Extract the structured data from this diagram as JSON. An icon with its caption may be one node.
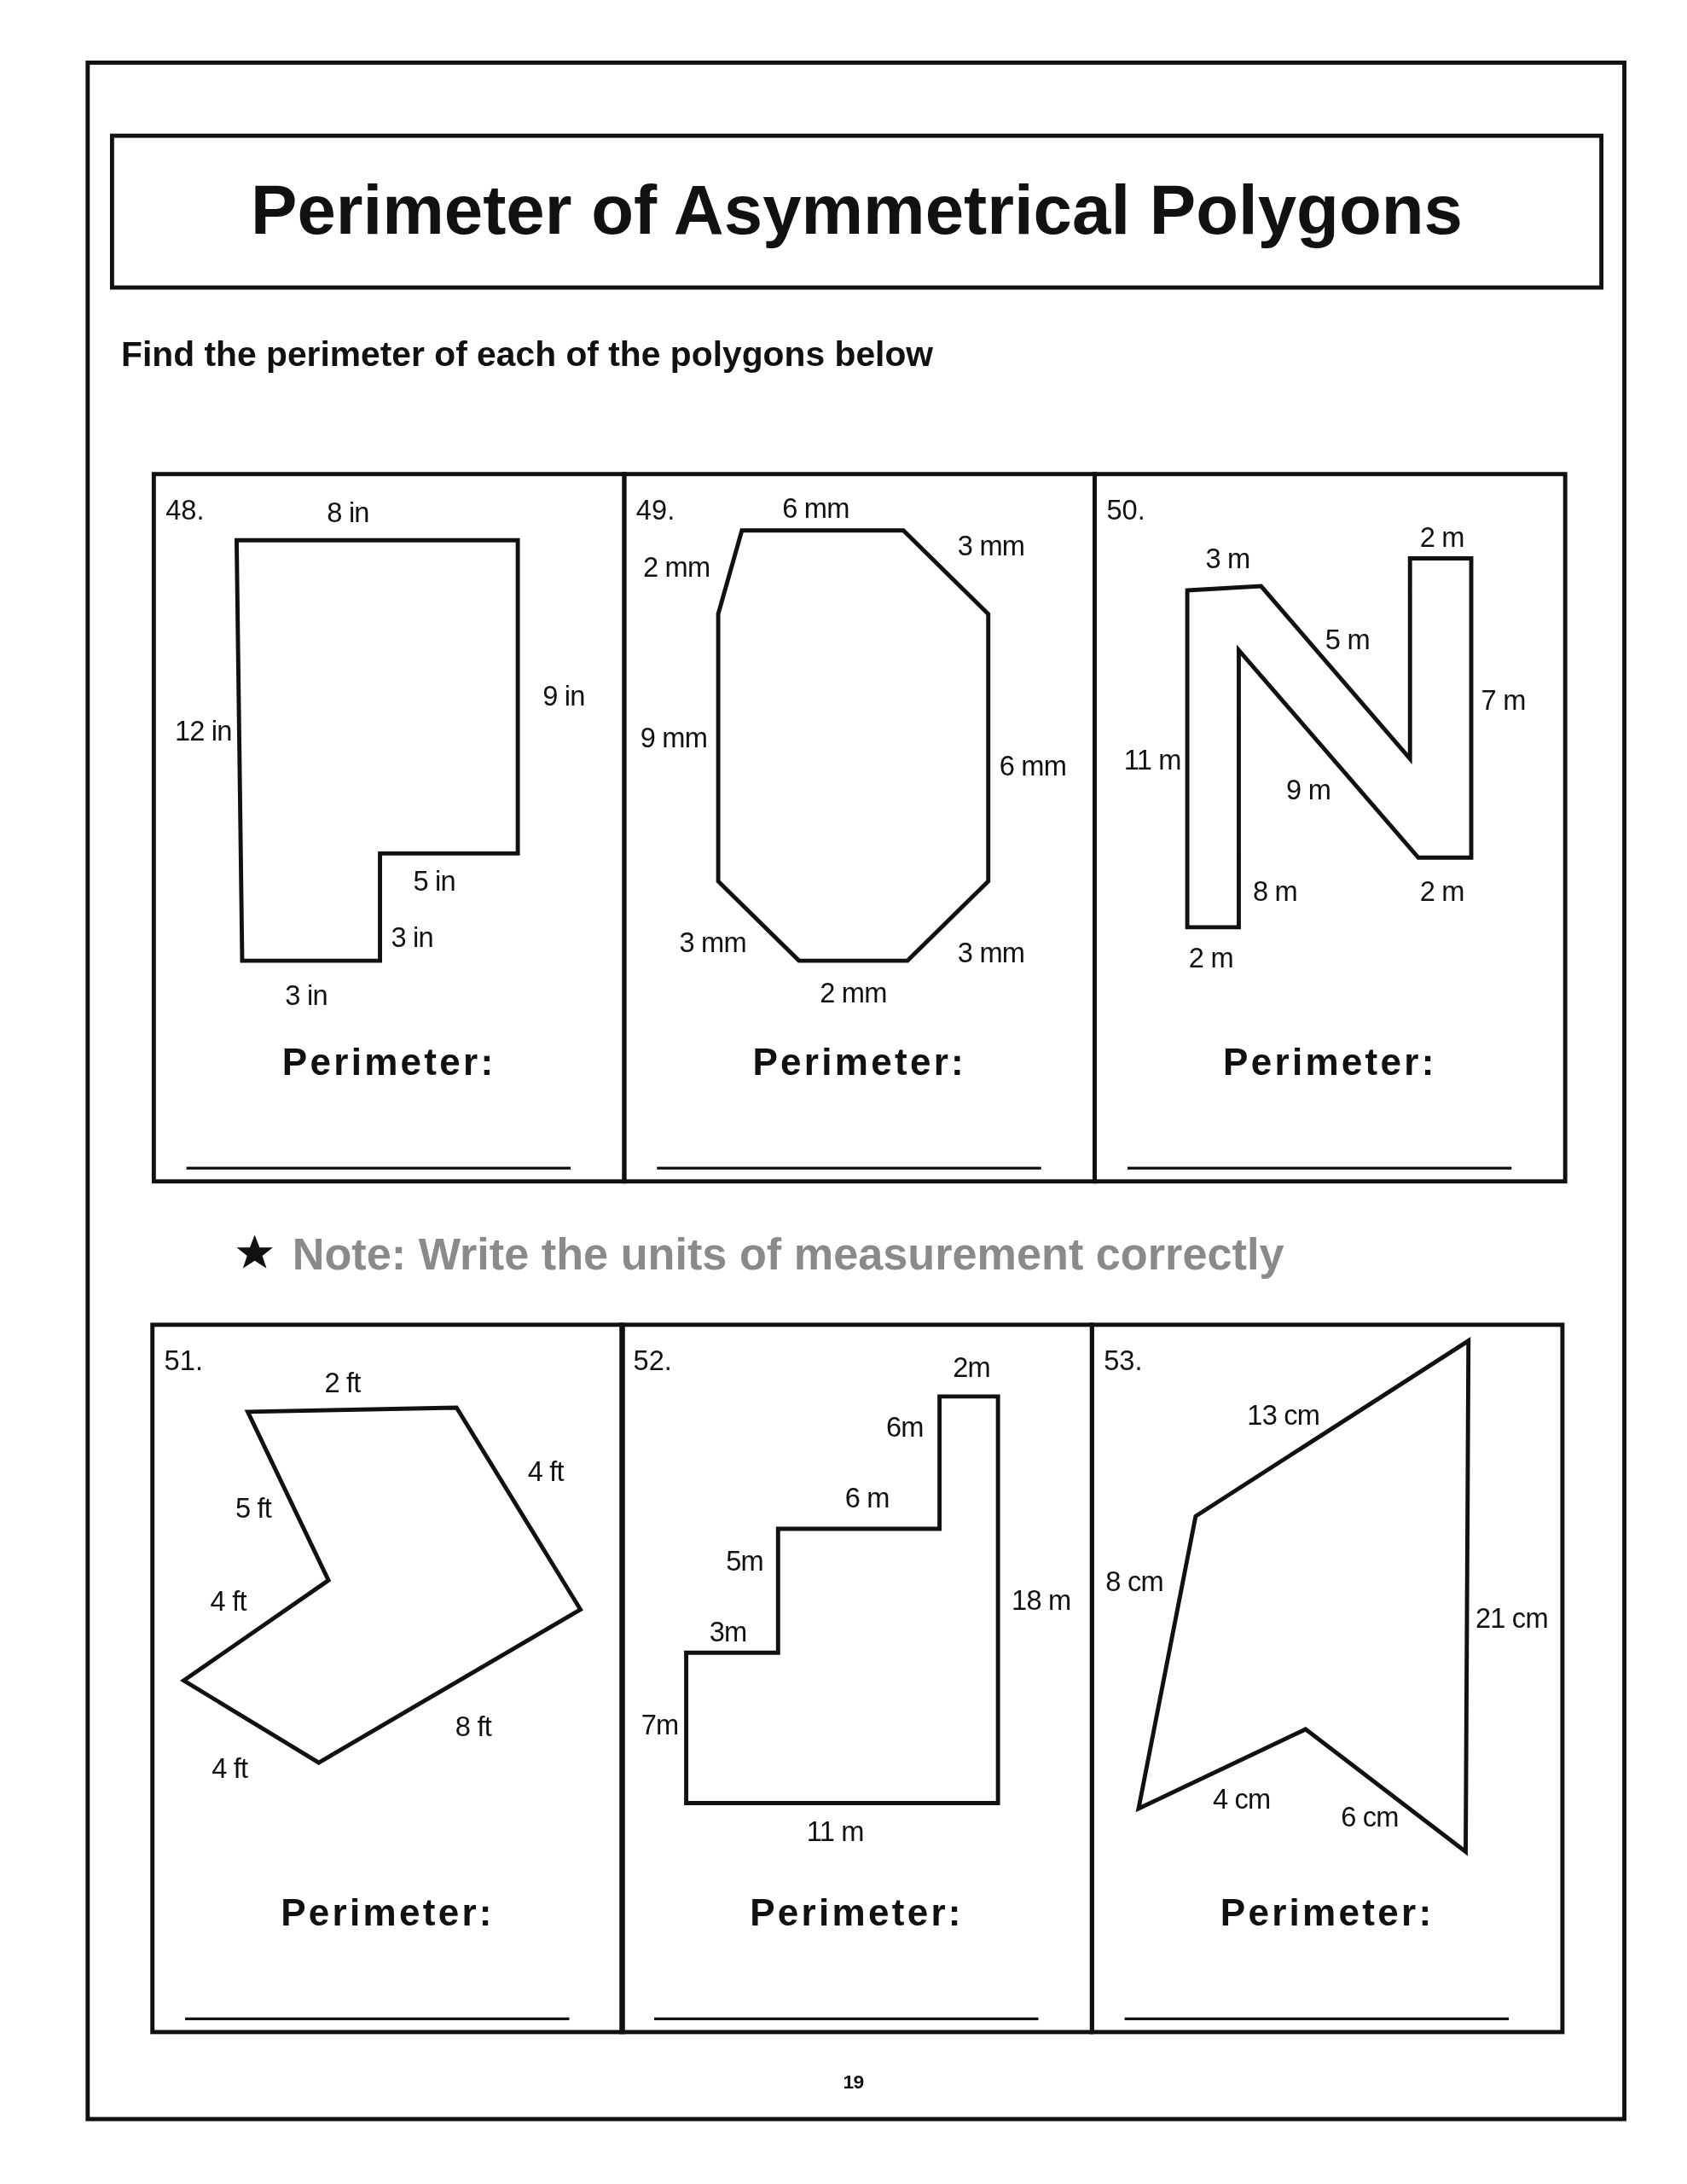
{
  "diagram": {
    "title": "Perimeter of Asymmetrical Polygons",
    "nodes": [
      {
        "text": [
          "48.",
          "Perimeter:"
        ]
      },
      {
        "text": [
          "49.",
          "Perimeter:"
        ]
      },
      {
        "text": [
          "50.",
          "Perimeter:"
        ]
      },
      {
        "text": [
          "51.",
          "Perimeter:"
        ]
      },
      {
        "text": [
          "52.",
          "Perimeter:"
        ]
      },
      {
        "text": [
          "53.",
          "Perimeter:"
        ]
      }
    ],
    "labels": [
      "Find the perimeter of each of the polygons below",
      "8 in",
      "9 in",
      "12 in",
      "5 in",
      "3 in",
      "3 in",
      "6 mm",
      "3 mm",
      "2 mm",
      "9 mm",
      "6 mm",
      "3 mm",
      "3 mm",
      "2 mm",
      "3 m",
      "2 m",
      "5 m",
      "7 m",
      "11 m",
      "9 m",
      "8 m",
      "2 m",
      "2 m",
      "Note: Write the units of measurement correctly",
      "2 ft",
      "4 ft",
      "5 ft",
      "4 ft",
      "8 ft",
      "4 ft",
      "2m",
      "6m",
      "6 m",
      "5m",
      "18 m",
      "3m",
      "7m",
      "11 m",
      "13 cm",
      "8 cm",
      "21 cm",
      "4 cm",
      "6 cm",
      "19"
    ]
  }
}
